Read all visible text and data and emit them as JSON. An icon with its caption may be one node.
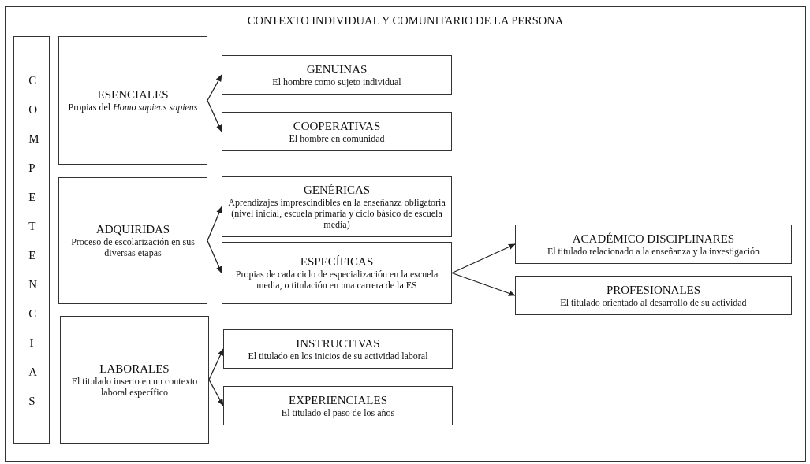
{
  "diagram": {
    "nodes": [
      {
        "text": [
          "CONTEXTO INDIVIDUAL Y COMUNITARIO DE LA PERSONA"
        ]
      },
      {
        "text": [
          "COMPETENCIAS"
        ],
        "in": 0
      },
      {
        "text": [
          "ESENCIALES",
          "Propias del *Homo sapiens sapiens*"
        ],
        "in": 0
      },
      {
        "text": [
          "GENUINAS",
          "El hombre como sujeto individual"
        ],
        "in": 0
      },
      {
        "text": [
          "COOPERATIVAS",
          "El hombre en comunidad"
        ],
        "in": 0
      },
      {
        "text": [
          "ADQUIRIDAS",
          "Proceso de escolarización en sus diversas etapas"
        ],
        "in": 0
      },
      {
        "text": [
          "GENÉRICAS",
          "Aprendizajes imprescindibles en la enseñanza obligatoria (nivel inicial, escuela primaria y ciclo básico de escuela media)"
        ],
        "in": 0
      },
      {
        "text": [
          "ESPECÍFICAS",
          "Propias de cada ciclo de especialización en la escuela media, o titulación en una carrera de la ES"
        ],
        "in": 0
      },
      {
        "text": [
          "ACADÉMICO DISCIPLINARES",
          "El titulado relacionado a la enseñanza y la investigación"
        ],
        "in": 0
      },
      {
        "text": [
          "PROFESIONALES",
          "El titulado orientado al desarrollo de su actividad"
        ],
        "in": 0
      },
      {
        "text": [
          "LABORALES",
          "El titulado inserto en un contexto laboral específico"
        ],
        "in": 0
      },
      {
        "text": [
          "INSTRUCTIVAS",
          "El titulado en los inicios de su actividad laboral"
        ],
        "in": 0
      },
      {
        "text": [
          "EXPERIENCIALES",
          "El titulado el paso de los años"
        ],
        "in": 0
      }
    ],
    "edges": [
      {
        "from": 2,
        "to": 3,
        "arrow": "to"
      },
      {
        "from": 2,
        "to": 4,
        "arrow": "to"
      },
      {
        "from": 5,
        "to": 6,
        "arrow": "to"
      },
      {
        "from": 5,
        "to": 7,
        "arrow": "to"
      },
      {
        "from": 7,
        "to": 8,
        "arrow": "to"
      },
      {
        "from": 7,
        "to": 9,
        "arrow": "to"
      },
      {
        "from": 10,
        "to": 11,
        "arrow": "to"
      },
      {
        "from": 10,
        "to": 12,
        "arrow": "to"
      }
    ]
  }
}
